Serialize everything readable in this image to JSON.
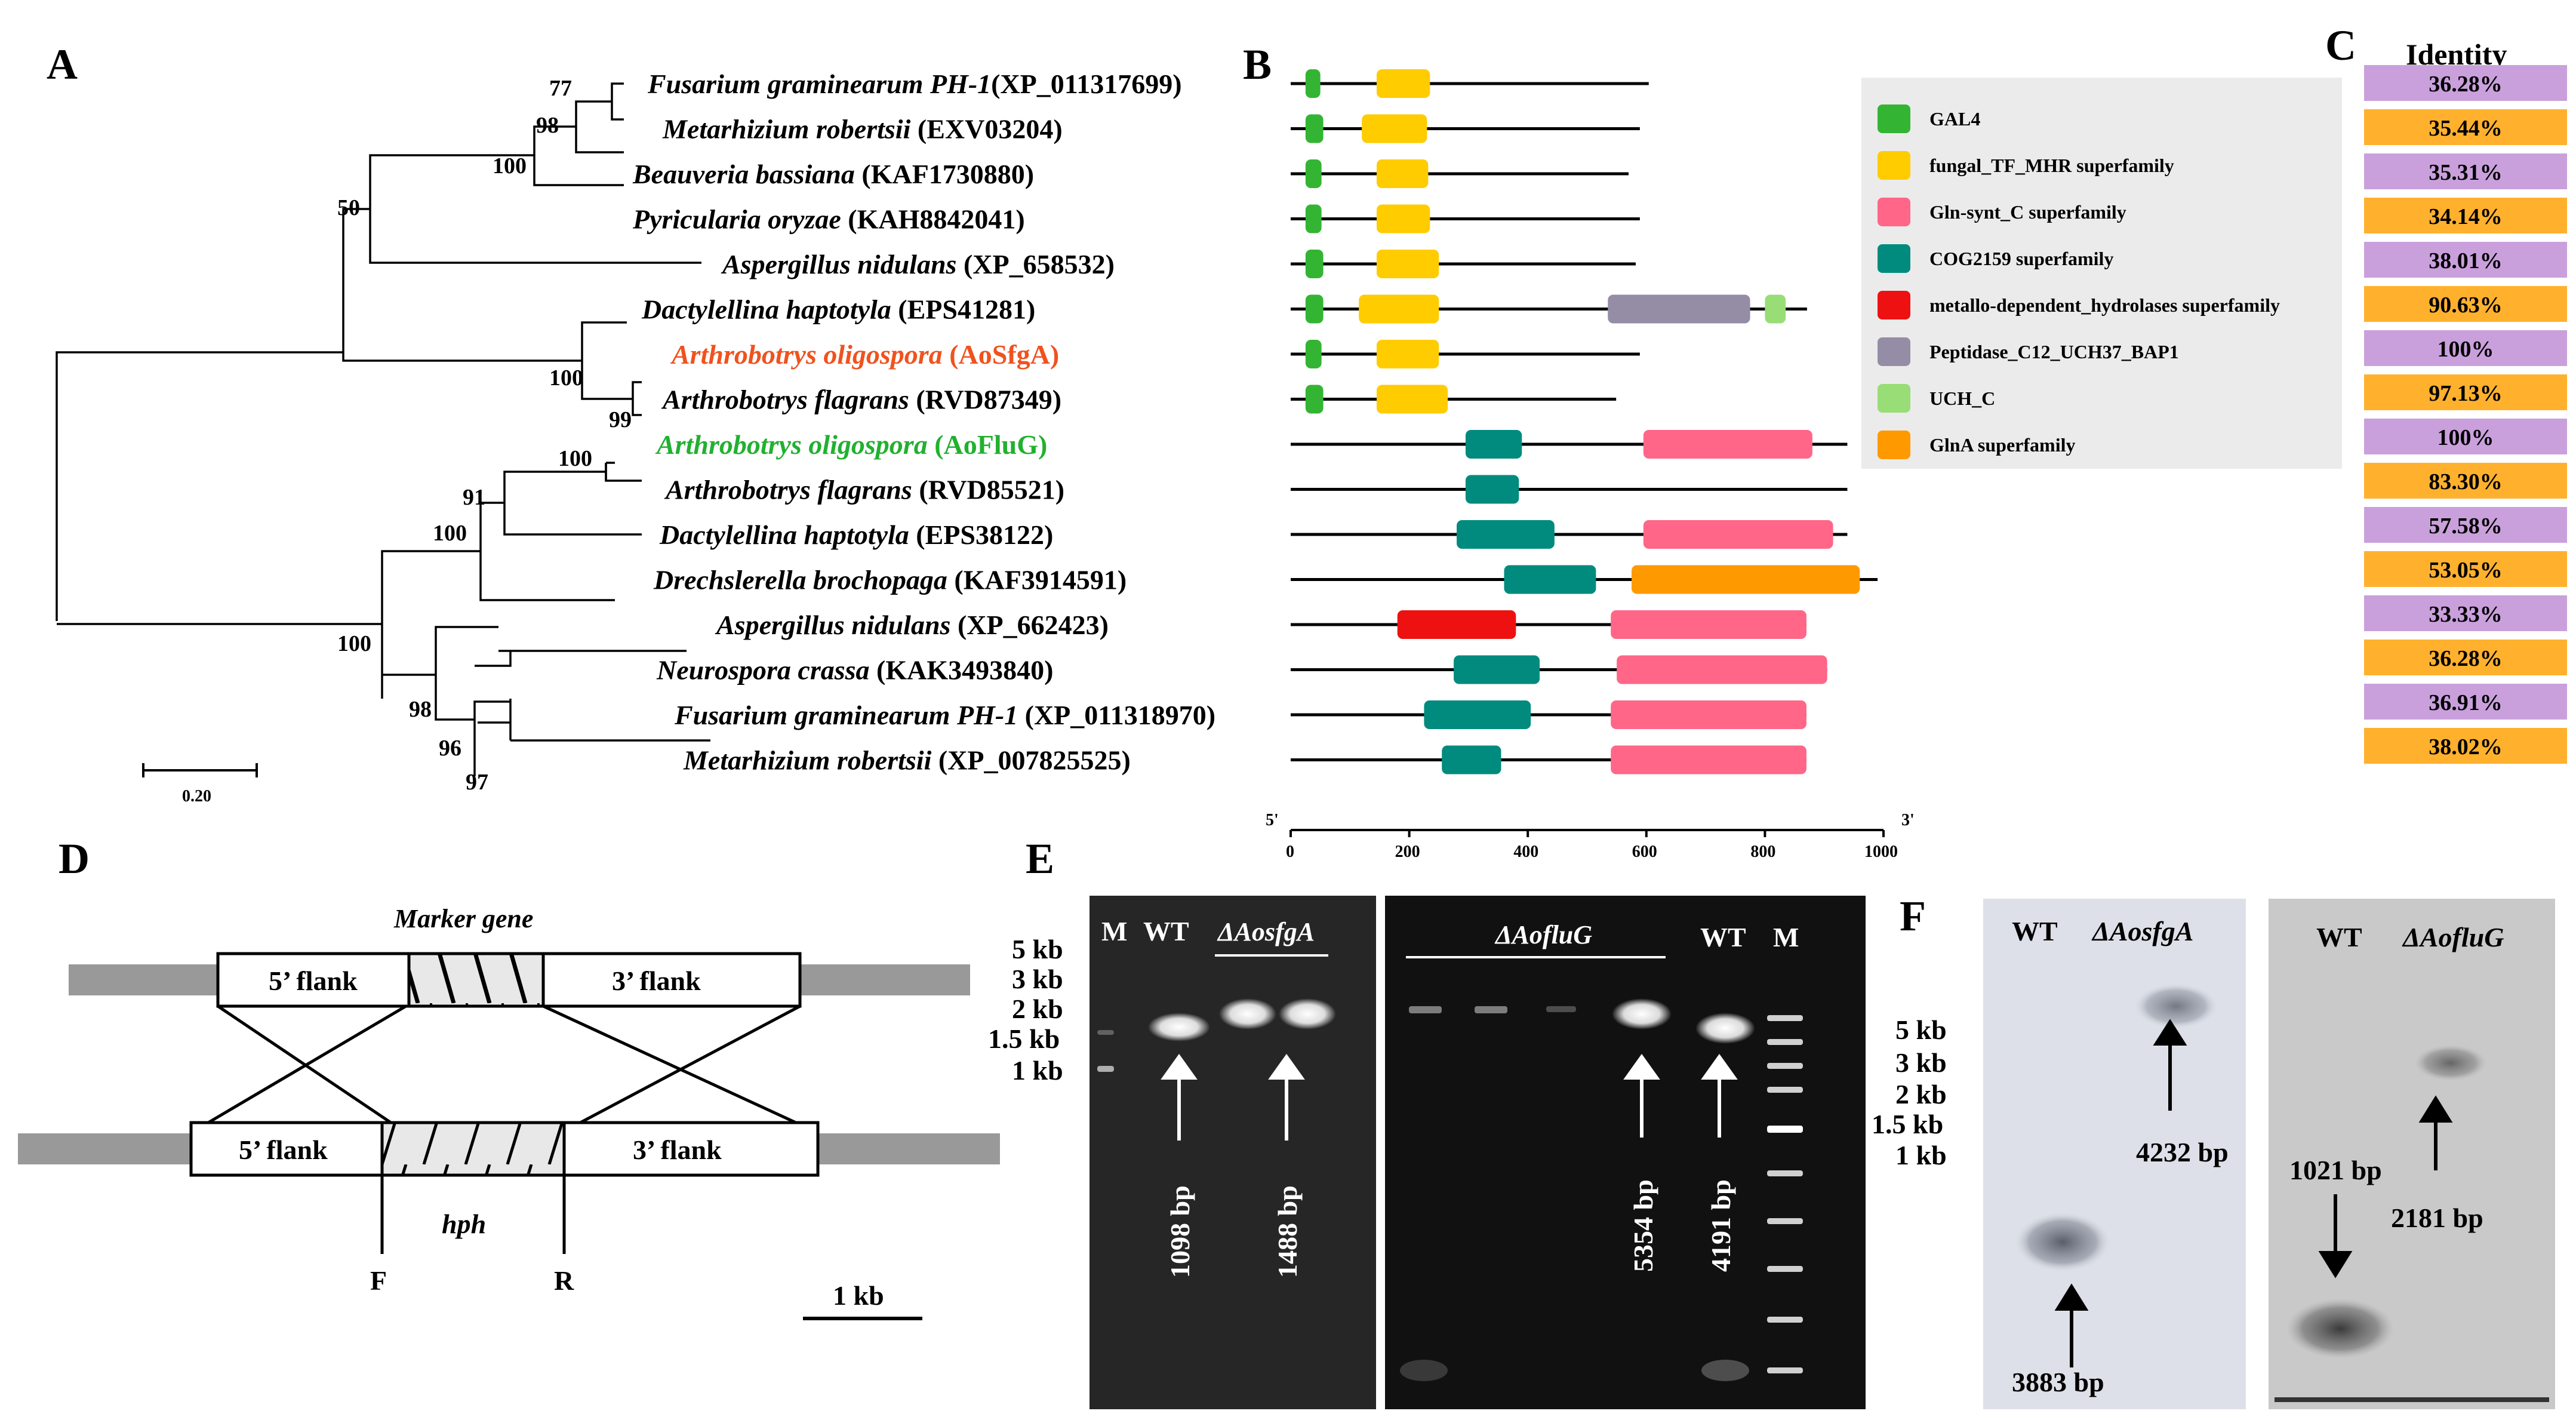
{
  "panels": {
    "A": "A",
    "B": "B",
    "C": "C",
    "D": "D",
    "E": "E",
    "F": "F"
  },
  "tree": {
    "scale_label": "0.20",
    "taxa": [
      {
        "italic": "Fusarium graminearum PH-1",
        "acc": "(XP_011317699)",
        "color": "#000000"
      },
      {
        "italic": "Metarhizium robertsii",
        "acc": " (EXV03204)",
        "color": "#000000"
      },
      {
        "italic": "Beauveria bassiana",
        "acc": " (KAF1730880)",
        "color": "#000000"
      },
      {
        "italic": "Pyricularia oryzae",
        "acc": " (KAH8842041)",
        "color": "#000000"
      },
      {
        "italic": "Aspergillus nidulans",
        "acc": " (XP_658532)",
        "color": "#000000"
      },
      {
        "italic": "Dactylellina haptotyla",
        "acc": " (EPS41281)",
        "color": "#000000"
      },
      {
        "italic": "Arthrobotrys oligospora",
        "acc": " (AoSfgA)",
        "color": "#f0521e"
      },
      {
        "italic": "Arthrobotrys flagrans",
        "acc": " (RVD87349)",
        "color": "#000000"
      },
      {
        "italic": "Arthrobotrys oligospora",
        "acc": " (AoFluG)",
        "color": "#22b030"
      },
      {
        "italic": "Arthrobotrys flagrans",
        "acc": " (RVD85521)",
        "color": "#000000"
      },
      {
        "italic": "Dactylellina haptotyla",
        "acc": " (EPS38122)",
        "color": "#000000"
      },
      {
        "italic": "Drechslerella brochopaga",
        "acc": " (KAF3914591)",
        "color": "#000000"
      },
      {
        "italic": "Aspergillus nidulans",
        "acc": "  (XP_662423)",
        "color": "#000000"
      },
      {
        "italic": "Neurospora crassa",
        "acc": " (KAK3493840)",
        "color": "#000000"
      },
      {
        "italic": "Fusarium graminearum PH-1",
        "acc": " (XP_011318970)",
        "color": "#000000"
      },
      {
        "italic": "Metarhizium robertsii",
        "acc": " (XP_007825525)",
        "color": "#000000"
      }
    ],
    "bootstrap": [
      "77",
      "98",
      "100",
      "50",
      "100",
      "99",
      "100",
      "91",
      "100",
      "100",
      "98",
      "96",
      "97"
    ]
  },
  "domains": {
    "axis_ticks": [
      "0",
      "200",
      "400",
      "600",
      "800",
      "1000"
    ],
    "end5": "5'",
    "end3": "3'",
    "legend": [
      {
        "label": "GAL4",
        "color": "#33b533"
      },
      {
        "label": "fungal_TF_MHR superfamily",
        "color": "#ffcc00"
      },
      {
        "label": "Gln-synt_C superfamily",
        "color": "#ff6688"
      },
      {
        "label": "COG2159 superfamily",
        "color": "#008b7e"
      },
      {
        "label": "metallo-dependent_hydrolases superfamily",
        "color": "#ee1111"
      },
      {
        "label": "Peptidase_C12_UCH37_BAP1",
        "color": "#958ca6"
      },
      {
        "label": "UCH_C",
        "color": "#99dd77"
      },
      {
        "label": "GlnA superfamily",
        "color": "#ff9900"
      }
    ],
    "rows": [
      {
        "len": 604,
        "doms": [
          [
            25,
            50,
            "#33b533"
          ],
          [
            145,
            235,
            "#ffcc00"
          ]
        ]
      },
      {
        "len": 589,
        "doms": [
          [
            25,
            55,
            "#33b533"
          ],
          [
            120,
            230,
            "#ffcc00"
          ]
        ]
      },
      {
        "len": 570,
        "doms": [
          [
            25,
            52,
            "#33b533"
          ],
          [
            145,
            232,
            "#ffcc00"
          ]
        ]
      },
      {
        "len": 589,
        "doms": [
          [
            25,
            52,
            "#33b533"
          ],
          [
            145,
            235,
            "#ffcc00"
          ]
        ]
      },
      {
        "len": 582,
        "doms": [
          [
            25,
            55,
            "#33b533"
          ],
          [
            145,
            250,
            "#ffcc00"
          ]
        ]
      },
      {
        "len": 871,
        "doms": [
          [
            25,
            55,
            "#33b533"
          ],
          [
            115,
            250,
            "#ffcc00"
          ],
          [
            535,
            775,
            "#958ca6"
          ],
          [
            800,
            835,
            "#99dd77"
          ]
        ]
      },
      {
        "len": 589,
        "doms": [
          [
            25,
            52,
            "#33b533"
          ],
          [
            145,
            250,
            "#ffcc00"
          ]
        ]
      },
      {
        "len": 549,
        "doms": [
          [
            25,
            55,
            "#33b533"
          ],
          [
            145,
            265,
            "#ffcc00"
          ]
        ]
      },
      {
        "len": 939,
        "doms": [
          [
            295,
            390,
            "#008b7e"
          ],
          [
            595,
            880,
            "#ff6688"
          ]
        ]
      },
      {
        "len": 939,
        "doms": [
          [
            295,
            385,
            "#008b7e"
          ]
        ]
      },
      {
        "len": 939,
        "doms": [
          [
            280,
            445,
            "#008b7e"
          ],
          [
            595,
            915,
            "#ff6688"
          ]
        ]
      },
      {
        "len": 990,
        "doms": [
          [
            360,
            515,
            "#008b7e"
          ],
          [
            575,
            960,
            "#ff9900"
          ]
        ]
      },
      {
        "len": 870,
        "doms": [
          [
            180,
            380,
            "#ee1111"
          ],
          [
            540,
            870,
            "#ff6688"
          ]
        ]
      },
      {
        "len": 905,
        "doms": [
          [
            275,
            420,
            "#008b7e"
          ],
          [
            550,
            905,
            "#ff6688"
          ]
        ]
      },
      {
        "len": 870,
        "doms": [
          [
            225,
            405,
            "#008b7e"
          ],
          [
            540,
            870,
            "#ff6688"
          ]
        ]
      },
      {
        "len": 870,
        "doms": [
          [
            255,
            355,
            "#008b7e"
          ],
          [
            540,
            870,
            "#ff6688"
          ]
        ]
      }
    ]
  },
  "identity": {
    "header": "Identity",
    "values": [
      "36.28%",
      "35.44%",
      "35.31%",
      "34.14%",
      "38.01%",
      "90.63%",
      "100%",
      "97.13%",
      "100%",
      "83.30%",
      "57.58%",
      "53.05%",
      "33.33%",
      "36.28%",
      "36.91%",
      "38.02%"
    ],
    "colors": [
      "#c9a0dc",
      "#ffb12e"
    ]
  },
  "construct": {
    "marker_gene": "Marker gene",
    "flank5": "5’ flank",
    "flank3": "3’ flank",
    "hph": "hph",
    "primer_f": "F",
    "primer_r": "R",
    "scale": "1 kb"
  },
  "gel_e": {
    "ladder_labels": [
      "5 kb",
      "3 kb",
      "2 kb",
      "1.5 kb",
      "1 kb"
    ],
    "left": {
      "m": "M",
      "wt": "WT",
      "mut": "ΔAosfgA",
      "band1": "1098 bp",
      "band2": "1488 bp"
    },
    "right": {
      "mut": "ΔAofluG",
      "wt": "WT",
      "m": "M",
      "band1": "5354 bp",
      "band2": "4191 bp"
    }
  },
  "blot_f": {
    "ladder_labels": [
      "5 kb",
      "3 kb",
      "2 kb",
      "1.5 kb",
      "1 kb"
    ],
    "left": {
      "wt": "WT",
      "mut": "ΔAosfgA",
      "band_wt": "3883 bp",
      "band_mut": "4232 bp"
    },
    "right": {
      "wt": "WT",
      "mut": "ΔAofluG",
      "band_wt": "1021 bp",
      "band_mut": "2181 bp"
    }
  }
}
